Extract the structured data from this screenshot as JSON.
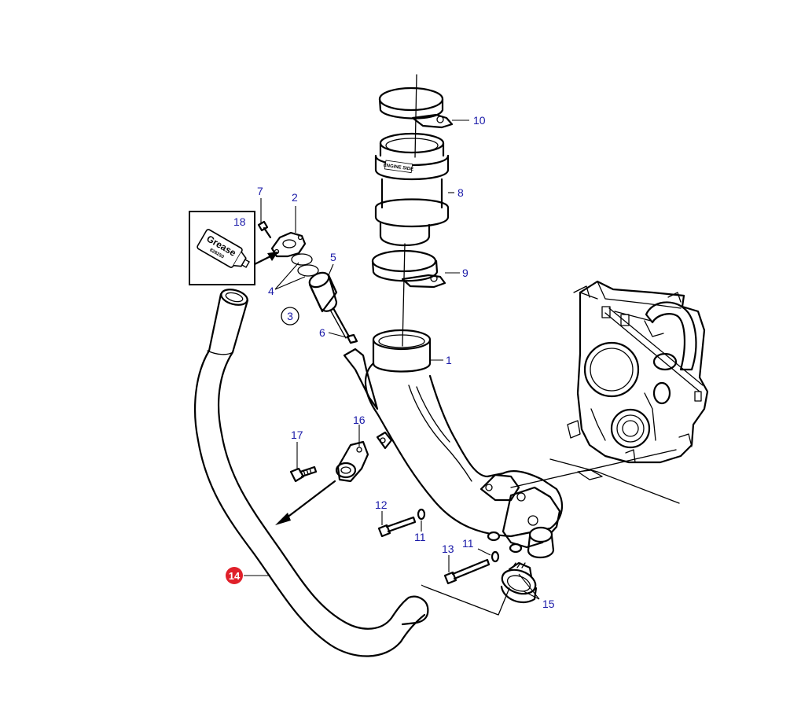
{
  "colors": {
    "label": "#1a1aa8",
    "highlight": "#e0202a",
    "line": "#000000"
  },
  "labels": {
    "p1": "1",
    "p2": "2",
    "p3": "3",
    "p4": "4",
    "p5": "5",
    "p6": "6",
    "p7": "7",
    "p8": "8",
    "p9": "9",
    "p10": "10",
    "p11a": "11",
    "p11b": "11",
    "p12": "12",
    "p13": "13",
    "p14": "14",
    "p15": "15",
    "p16": "16",
    "p17": "17",
    "p18": "18"
  },
  "grease_tube": {
    "brand": "Grease",
    "part_number": "828250"
  },
  "sleeve_marking": "ENGINE SIDE"
}
